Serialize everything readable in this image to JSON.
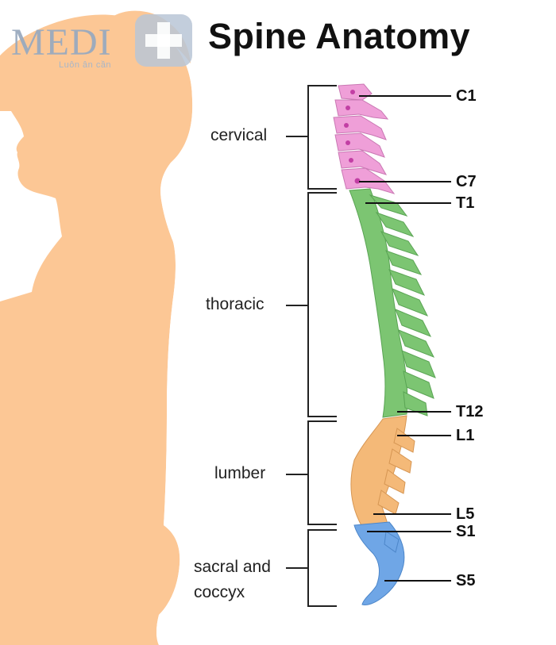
{
  "title": "Spine Anatomy",
  "logo": {
    "name": "MEDI",
    "tagline": "Luôn ân cần"
  },
  "regions": {
    "cervical": "cervical",
    "thoracic": "thoracic",
    "lumbar": "lumber",
    "sacral_line1": "sacral and",
    "sacral_line2": "coccyx"
  },
  "vertebra_labels": {
    "c1": "C1",
    "c7": "C7",
    "t1": "T1",
    "t12": "T12",
    "l1": "L1",
    "l5": "L5",
    "s1": "S1",
    "s5": "S5"
  },
  "colors": {
    "body": "#fcc795",
    "cervical": "#ef9fd8",
    "thoracic": "#7cc572",
    "lumbar": "#f4b978",
    "sacral": "#6fa6e6",
    "logo": "#9aaabf"
  }
}
